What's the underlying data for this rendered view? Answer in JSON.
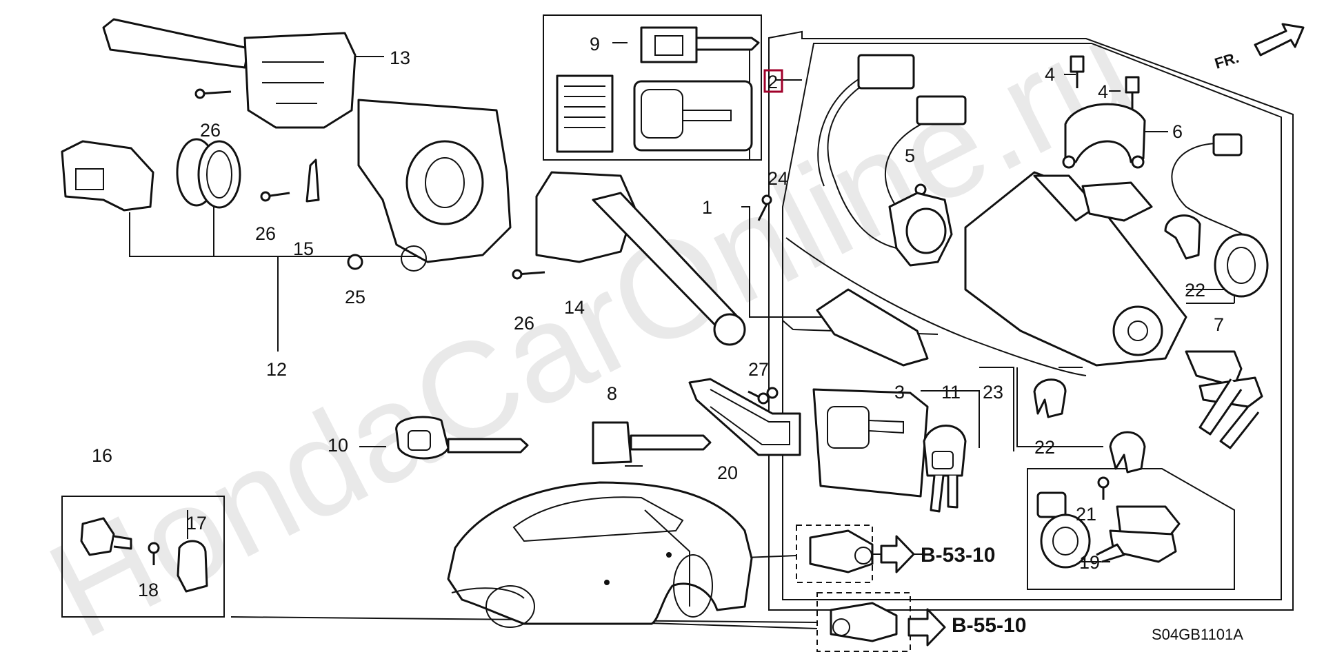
{
  "watermark": "HondaCarOnline.ru",
  "direction_label": "FR.",
  "drawing_code": "S04GB1101A",
  "callouts": {
    "c1": "1",
    "c2": "2",
    "c3": "3",
    "c4a": "4",
    "c4b": "4",
    "c5": "5",
    "c6": "6",
    "c7": "7",
    "c8": "8",
    "c9": "9",
    "c10": "10",
    "c11": "11",
    "c12": "12",
    "c13": "13",
    "c14": "14",
    "c15": "15",
    "c16": "16",
    "c17": "17",
    "c18": "18",
    "c19": "19",
    "c20": "20",
    "c21": "21",
    "c22a": "22",
    "c22b": "22",
    "c23": "23",
    "c24": "24",
    "c25": "25",
    "c26a": "26",
    "c26b": "26",
    "c26c": "26",
    "c27": "27"
  },
  "references": {
    "ref_a": "B-53-10",
    "ref_b": "B-55-10"
  },
  "colors": {
    "line": "#111111",
    "highlight_box": "#a0002a",
    "watermark": "#e9e9e9"
  }
}
